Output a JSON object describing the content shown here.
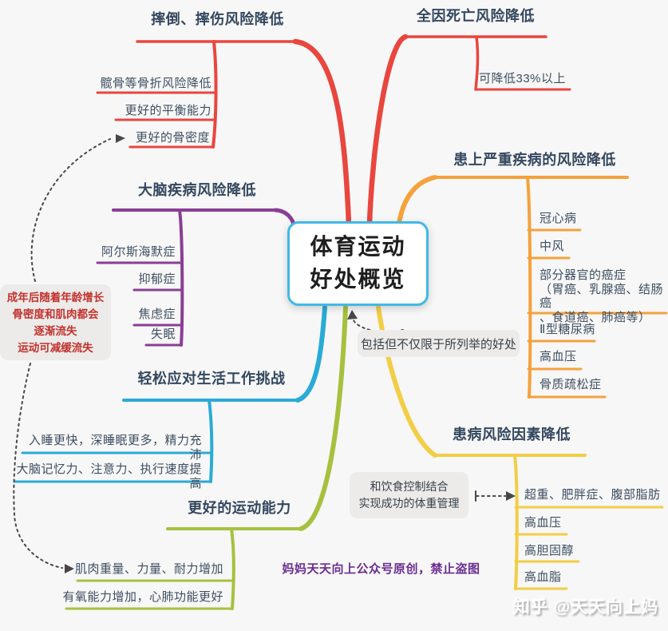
{
  "center": {
    "title": "体育运动\n好处概览"
  },
  "branches": {
    "fall": {
      "label": "摔倒、摔伤风险降低",
      "color": "#e8463e",
      "children": [
        "髋骨等骨折风险降低",
        "更好的平衡能力",
        "更好的骨密度"
      ]
    },
    "mortality": {
      "label": "全因死亡风险降低",
      "color": "#e8463e",
      "children": [
        "可降低33%以上"
      ]
    },
    "serious": {
      "label": "患上严重疾病的风险降低",
      "color": "#f5a13c",
      "children": [
        "冠心病",
        "中风",
        "部分器官的癌症\n（胃癌、乳腺癌、结肠癌\n、食道癌、肺癌等）",
        "Ⅱ型糖尿病",
        "高血压",
        "骨质疏松症"
      ]
    },
    "risk": {
      "label": "患病风险因素降低",
      "color": "#f2cd46",
      "children": [
        "超重、肥胖症、腹部脂肪",
        "高血压",
        "高胆固醇",
        "高血脂"
      ]
    },
    "athletic": {
      "label": "更好的运动能力",
      "color": "#a5c13e",
      "children": [
        "肌肉重量、力量、耐力增加",
        "有氧能力增加，心肺功能更好"
      ]
    },
    "life": {
      "label": "轻松应对生活工作挑战",
      "color": "#2aabd6",
      "children": [
        "入睡更快，深睡眠更多，精力充沛",
        "大脑记忆力、注意力、执行速度提高"
      ]
    },
    "brain": {
      "label": "大脑疾病风险降低",
      "color": "#8b3d96",
      "children": [
        "阿尔斯海默症",
        "抑郁症",
        "焦虑症",
        "失眠"
      ]
    }
  },
  "callouts": {
    "age_note": "成年后随着年龄增长\n骨密度和肌肉都会\n逐渐流失\n运动可减缓流失",
    "benefits_note": "包括但不仅限于所列举的好处",
    "weight_note": "和饮食控制结合\n实现成功的体重管理"
  },
  "watermarks": {
    "origin": "妈妈天天向上公众号原创，禁止盗图",
    "zhihu": "知乎 @天天向上妈"
  },
  "colors": {
    "center_border": "#41b9e5",
    "dotted_arrow": "#474747",
    "label_text": "#33475e",
    "note_red_text": "#c2312c",
    "watermark_purple": "#6b2d90"
  }
}
